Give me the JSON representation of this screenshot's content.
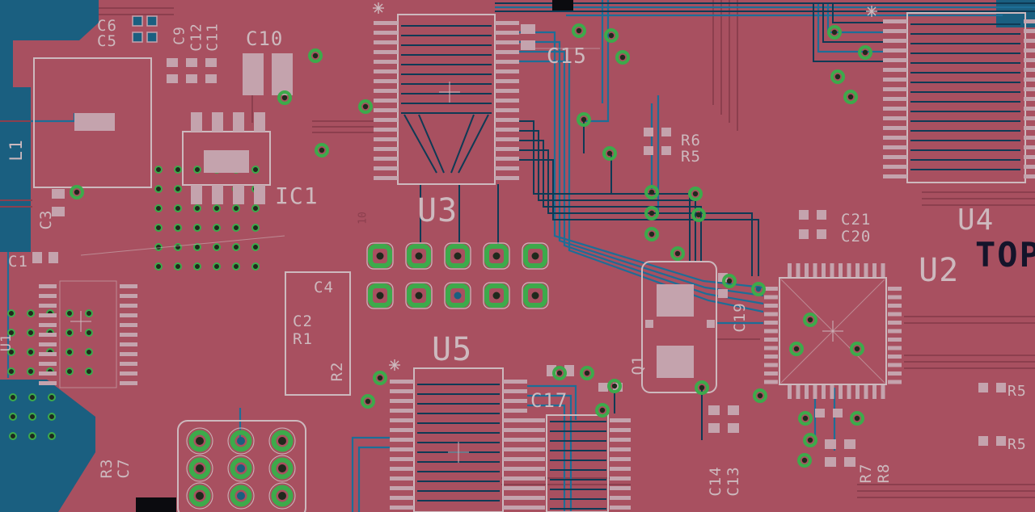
{
  "view": {
    "type": "pcb-layout-editor-canvas",
    "board_side_marking": "TOP"
  },
  "colors": {
    "board_top_copper": "#a85060",
    "copper_trace_red": "#8c3f4e",
    "bottom_copper_blue": "#1a5f80",
    "trace_blue": "#1d6e97",
    "trace_navy": "#0e3a55",
    "pad_cream": "#c4a3ad",
    "silkscreen": "#cdb9be",
    "via_green": "#3daa4b",
    "hole_dark": "#20291d",
    "marking_dark": "#14142a",
    "black": "#0b0b0f"
  },
  "refdes": {
    "u1": "U1",
    "u2": "U2",
    "u3": "U3",
    "u4": "U4",
    "u5": "U5",
    "ic1": "IC1",
    "l1": "L1",
    "q1": "Q1",
    "c1": "C1",
    "c2": "C2",
    "c3": "C3",
    "c4": "C4",
    "c5": "C5",
    "c6": "C6",
    "c7": "C7",
    "c9": "C9",
    "c10": "C10",
    "c11": "C11",
    "c12": "C12",
    "c13": "C13",
    "c14": "C14",
    "c15": "C15",
    "c17": "C17",
    "c19": "C19",
    "c20": "C20",
    "c21": "C21",
    "r1": "R1",
    "r2": "R2",
    "r3": "R3",
    "r5": "R5",
    "r6": "R6",
    "r7": "R7",
    "r8": "R8",
    "r5_right_upper": "R5",
    "r5_right_lower": "R5",
    "pin10": "10",
    "top_marking": "TOP"
  }
}
